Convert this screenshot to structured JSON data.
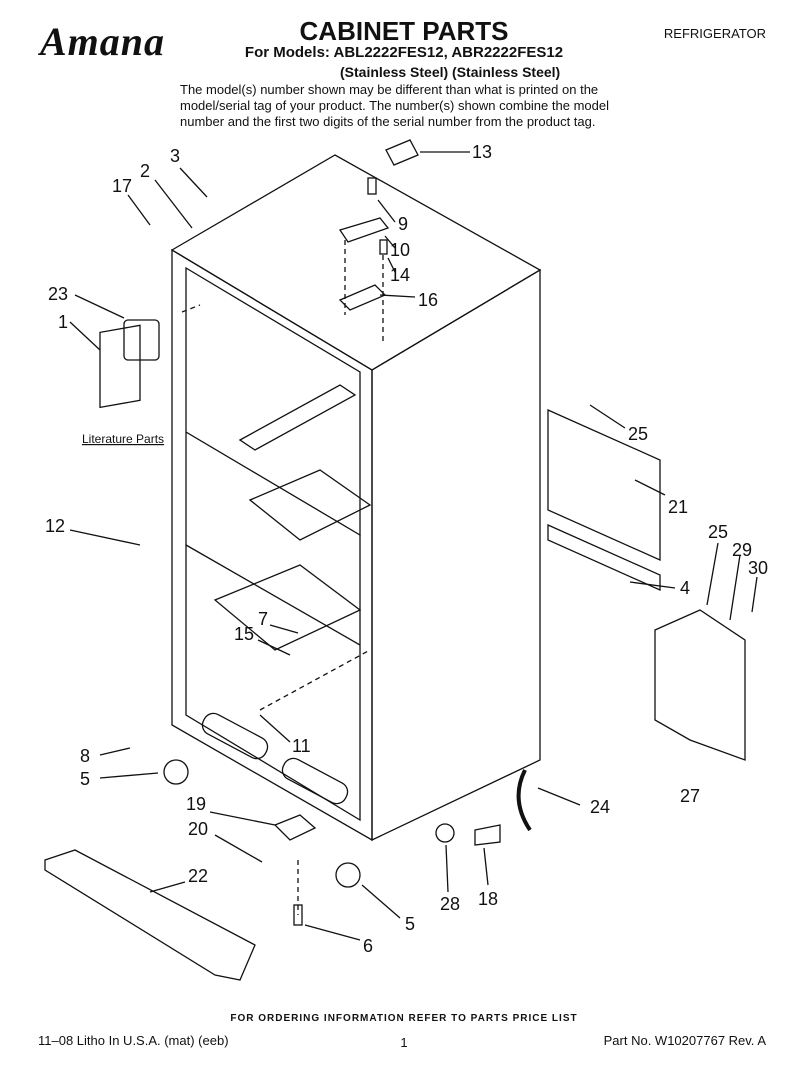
{
  "header": {
    "brand": "Amana",
    "title": "CABINET PARTS",
    "models": "For Models: ABL2222FES12, ABR2222FES12",
    "finish": "(Stainless Steel) (Stainless Steel)",
    "category": "REFRIGERATOR",
    "note": "The model(s) number shown may be different than what is printed on the model/serial tag of your product. The number(s) shown combine the model number and the first two digits of the serial number from the product tag."
  },
  "diagram": {
    "literature_label": "Literature Parts",
    "callouts": [
      "13",
      "3",
      "2",
      "17",
      "9",
      "10",
      "14",
      "16",
      "23",
      "1",
      "25",
      "21",
      "12",
      "25",
      "29",
      "30",
      "4",
      "7",
      "15",
      "11",
      "8",
      "5",
      "27",
      "24",
      "19",
      "20",
      "22",
      "5",
      "28",
      "18",
      "6"
    ]
  },
  "footer": {
    "order_note": "FOR ORDERING INFORMATION REFER TO PARTS PRICE LIST",
    "print_info": "11–08 Litho In U.S.A. (mat) (eeb)",
    "page": "1",
    "part_no": "Part No. W10207767 Rev. A"
  }
}
